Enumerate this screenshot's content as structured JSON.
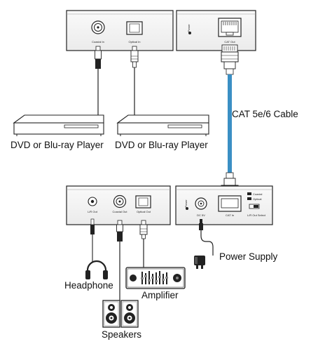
{
  "devices": {
    "tx_top_left": {
      "ports": [
        "Coaxial In",
        "Optical In"
      ]
    },
    "tx_top_right": {
      "indicator": "Power",
      "port": "CAT Out"
    },
    "rx_bottom_left": {
      "ports": [
        "L/R Out",
        "Coaxial Out",
        "Optical Out"
      ]
    },
    "rx_bottom_right": {
      "indicator": "Power",
      "ports": [
        "DC 5V",
        "CAT In"
      ],
      "switch_title": "L/R Out Select",
      "switch_options": [
        "Coaxial",
        "Optical"
      ]
    }
  },
  "labels": {
    "player_1": "DVD or Blu-ray Player",
    "player_2": "DVD or Blu-ray Player",
    "cable": "CAT 5e/6 Cable",
    "power_supply": "Power Supply",
    "headphone": "Headphone",
    "amplifier": "Amplifier",
    "speakers": "Speakers"
  },
  "colors": {
    "cable": "#3a8fc4",
    "device_fill": "#f4f4f4",
    "stroke": "#222222"
  }
}
